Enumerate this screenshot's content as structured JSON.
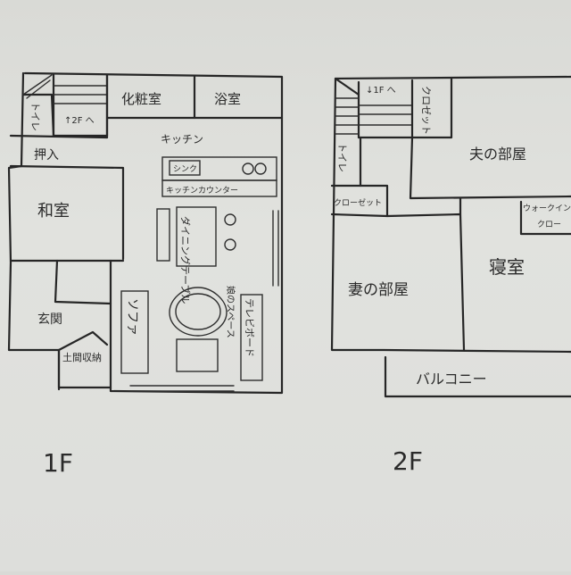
{
  "floor1": {
    "label": "1F",
    "rooms": {
      "toilet": "トイレ",
      "stairs_up": "↑2F へ",
      "powder_room": "化粧室",
      "bathroom": "浴室",
      "kitchen": "キッチン",
      "sink": "シンク",
      "kitchen_counter": "キッチンカウンター",
      "closet": "押入",
      "japanese_room": "和室",
      "dining_table": "ダイニングテーブル",
      "sofa": "ソファ",
      "kids_space": "娘のスペース",
      "tv_board": "テレビボード",
      "entrance": "玄関",
      "earthen_storage": "土間収納"
    }
  },
  "floor2": {
    "label": "2F",
    "rooms": {
      "stairs_down": "↓1F へ",
      "closet": "クロゼット",
      "husband_room": "夫の部屋",
      "toilet": "トイレ",
      "closet2": "クローゼット",
      "walk_in": "ウォークイン",
      "walk_in_closet": "クロー",
      "wife_room": "妻の部屋",
      "bedroom": "寝室",
      "balcony": "バルコニー"
    }
  }
}
